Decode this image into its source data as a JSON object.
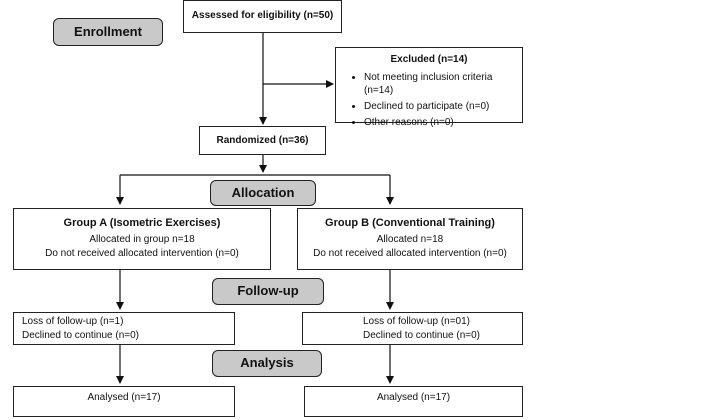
{
  "stages": {
    "enrollment": "Enrollment",
    "allocation": "Allocation",
    "followup": "Follow-up",
    "analysis": "Analysis"
  },
  "eligibility": "Assessed for eligibility (n=50)",
  "excluded": {
    "title": "Excluded (n=14)",
    "reasons": [
      "Not meeting inclusion criteria (n=14)",
      "Declined to participate (n=0)",
      "Other reasons (n=0)"
    ]
  },
  "randomized": "Randomized (n=36)",
  "group_a": {
    "title": "Group A (Isometric Exercises)",
    "allocated": "Allocated in group n=18",
    "not_received": "Do not received allocated intervention (n=0)",
    "followup_lost": "Loss of follow-up (n=1)",
    "followup_declined": "Declined to continue (n=0)",
    "analysed": "Analysed (n=17)"
  },
  "group_b": {
    "title": "Group B (Conventional Training)",
    "allocated": "Allocated n=18",
    "not_received": "Do not received allocated intervention (n=0)",
    "followup_lost": "Loss of follow-up (n=01)",
    "followup_declined": "Declined to continue (n=0)",
    "analysed": "Analysed (n=17)"
  }
}
